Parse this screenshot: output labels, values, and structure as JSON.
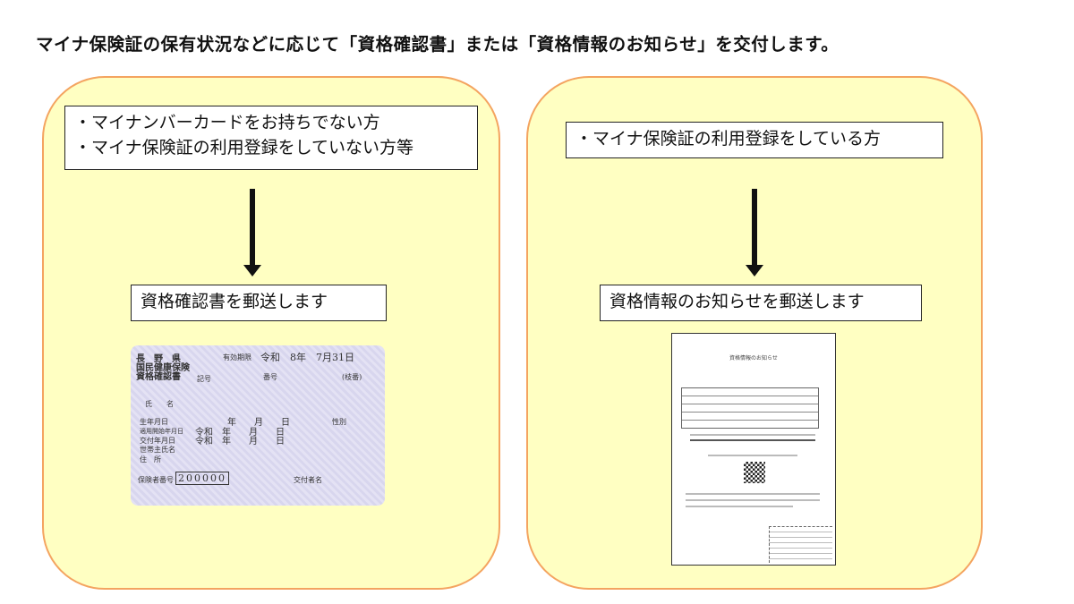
{
  "title": "マイナ保険証の保有状況などに応じて「資格確認書」または「資格情報のお知らせ」を交付します。",
  "left": {
    "conditions": [
      "・マイナンバーカードをお持ちでない方",
      "・マイナ保険証の利用登録をしていない方等"
    ],
    "result": "資格確認書を郵送します",
    "card": {
      "pref": "長　野　県",
      "type1": "国民健康保険",
      "type2": "資格確認書",
      "validity_label": "有効期限",
      "validity": "令和　8年　7月31日",
      "kigo": "記号",
      "bango": "番号",
      "edaban": "(枝番)",
      "name": "氏　　名",
      "birth": "生年月日",
      "birth_date": "年　　月　　日",
      "sex": "性別",
      "start": "適用開始年月日",
      "start_date": "令和　年　　月　　日",
      "issue": "交付年月日",
      "issue_date": "令和　年　　月　　日",
      "head": "世帯主氏名",
      "address": "住　所",
      "insurer_label": "保険者番号",
      "insurer_no": "200000",
      "issuer": "交付者名"
    }
  },
  "right": {
    "conditions": [
      "・マイナ保険証の利用登録をしている方"
    ],
    "result": "資格情報のお知らせを郵送します",
    "doc": {
      "title": "資格情報のお知らせ"
    }
  },
  "colors": {
    "panel_fill": "#ffffc2",
    "panel_border": "#f4a460"
  }
}
